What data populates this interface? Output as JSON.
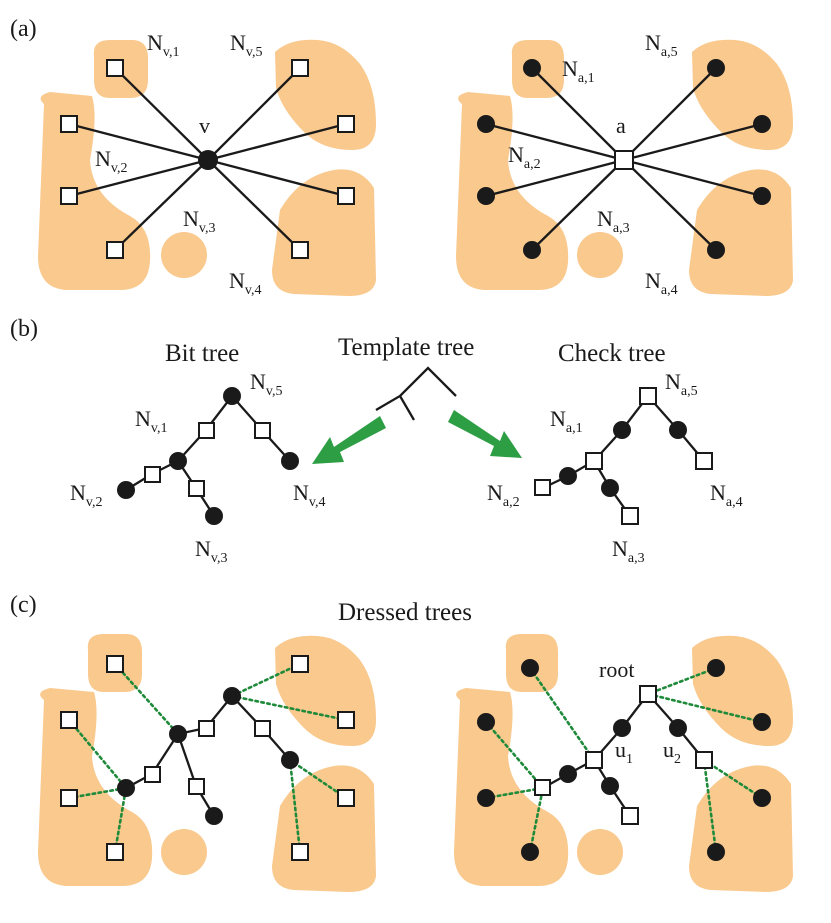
{
  "panels": {
    "a": "(a)",
    "b": "(b)",
    "c": "(c)"
  },
  "labels": {
    "v": "v",
    "a": "a",
    "nv": {
      "base": "N",
      "s1": "v,1",
      "s2": "v,2",
      "s3": "v,3",
      "s4": "v,4",
      "s5": "v,5"
    },
    "na": {
      "base": "N",
      "s1": "a,1",
      "s2": "a,2",
      "s3": "a,3",
      "s4": "a,4",
      "s5": "a,5"
    },
    "root": "root",
    "u1_base": "u",
    "u1_sub": "1",
    "u2_base": "u",
    "u2_sub": "2"
  },
  "titles": {
    "bit_tree": "Bit tree",
    "template_tree": "Template tree",
    "check_tree": "Check tree",
    "dressed_trees": "Dressed trees"
  },
  "colors": {
    "cluster_fill": "#f9c98e",
    "arrow": "#2e9e45",
    "dotted_edge": "#1f8a3a",
    "ink": "#1a1a1a"
  }
}
